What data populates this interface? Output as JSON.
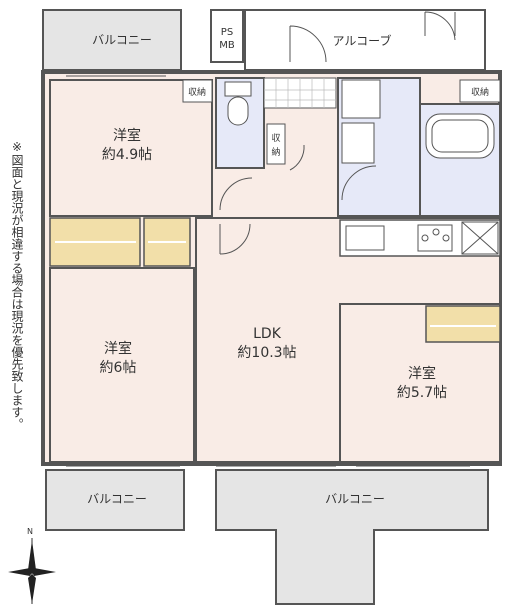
{
  "rooms": {
    "bedroom_nw": {
      "name": "洋室",
      "size": "約4.9帖"
    },
    "bedroom_w": {
      "name": "洋室",
      "size": "約6帖"
    },
    "ldk": {
      "name": "LDK",
      "size": "約10.3帖"
    },
    "bedroom_e": {
      "name": "洋室",
      "size": "約5.7帖"
    }
  },
  "labels": {
    "balcony": "バルコニー",
    "alcove": "アルコーブ",
    "ps": "PS",
    "mb": "MB",
    "storage": "収納",
    "storage_v1": "収",
    "storage_v2": "納"
  },
  "compass": {
    "north": "N"
  },
  "note": "※図面と現況が相違する場合は現況を優先致します。",
  "colors": {
    "room_fill": "#f9ece6",
    "wet_fill": "#e6e9f8",
    "balcony_fill": "#e5e5e5",
    "closet_fill": "#f2dfa9",
    "wall": "#555555"
  }
}
